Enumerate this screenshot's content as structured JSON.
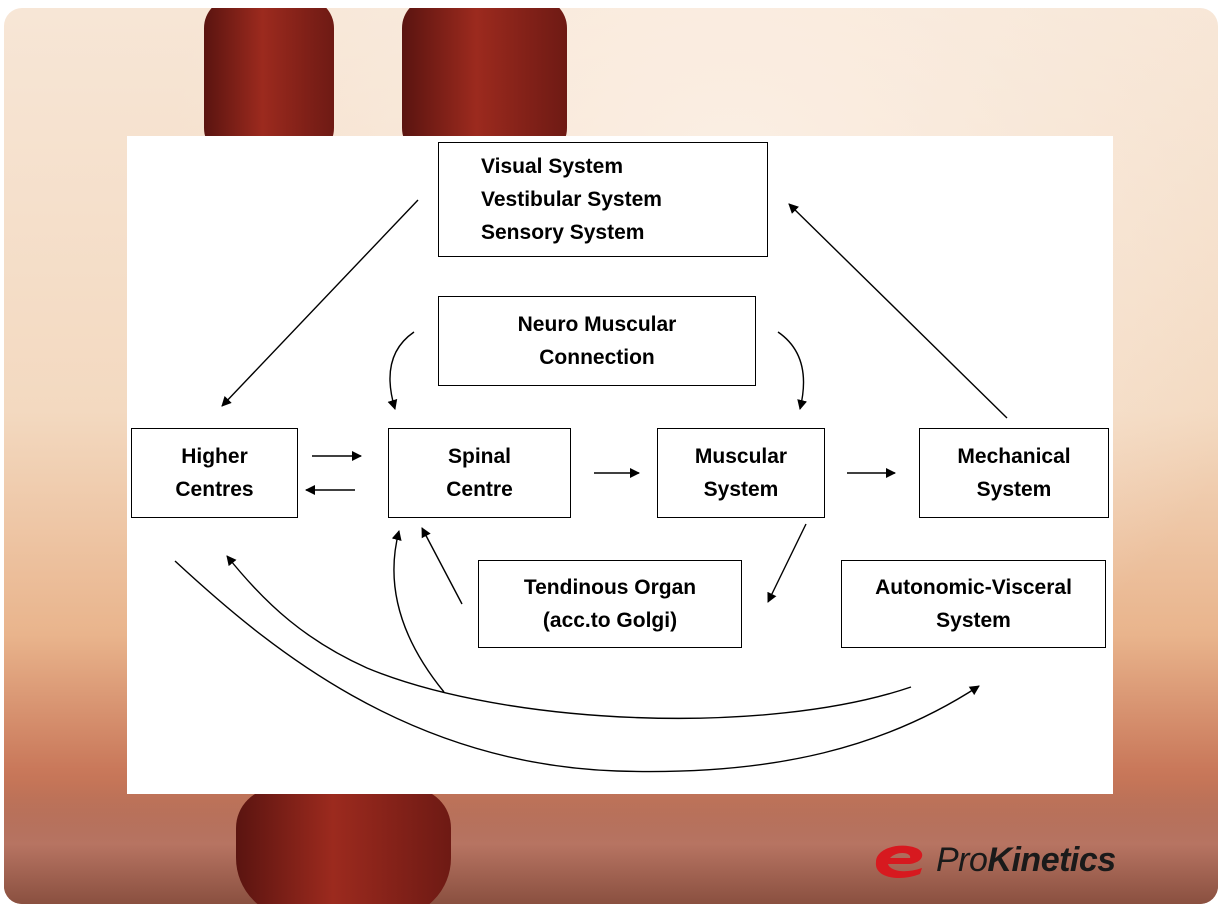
{
  "boxes": {
    "sensory": [
      "Visual System",
      "Vestibular System",
      "Sensory System"
    ],
    "neuro": [
      "Neuro Muscular",
      "Connection"
    ],
    "higher": [
      "Higher",
      "Centres"
    ],
    "spinal": [
      "Spinal",
      "Centre"
    ],
    "muscular": [
      "Muscular",
      "System"
    ],
    "mechanical": [
      "Mechanical",
      "System"
    ],
    "tendinous": [
      "Tendinous Organ",
      "(acc.to Golgi)"
    ],
    "autonomic": [
      "Autonomic-Visceral",
      "System"
    ]
  },
  "logo": {
    "brand_light": "Pro",
    "brand_bold": "Kinetics",
    "icon": "prokinetics-logo-mark",
    "accent_color": "#d7191f"
  },
  "colors": {
    "diagram_line": "#000000",
    "panel": "#ffffff"
  }
}
